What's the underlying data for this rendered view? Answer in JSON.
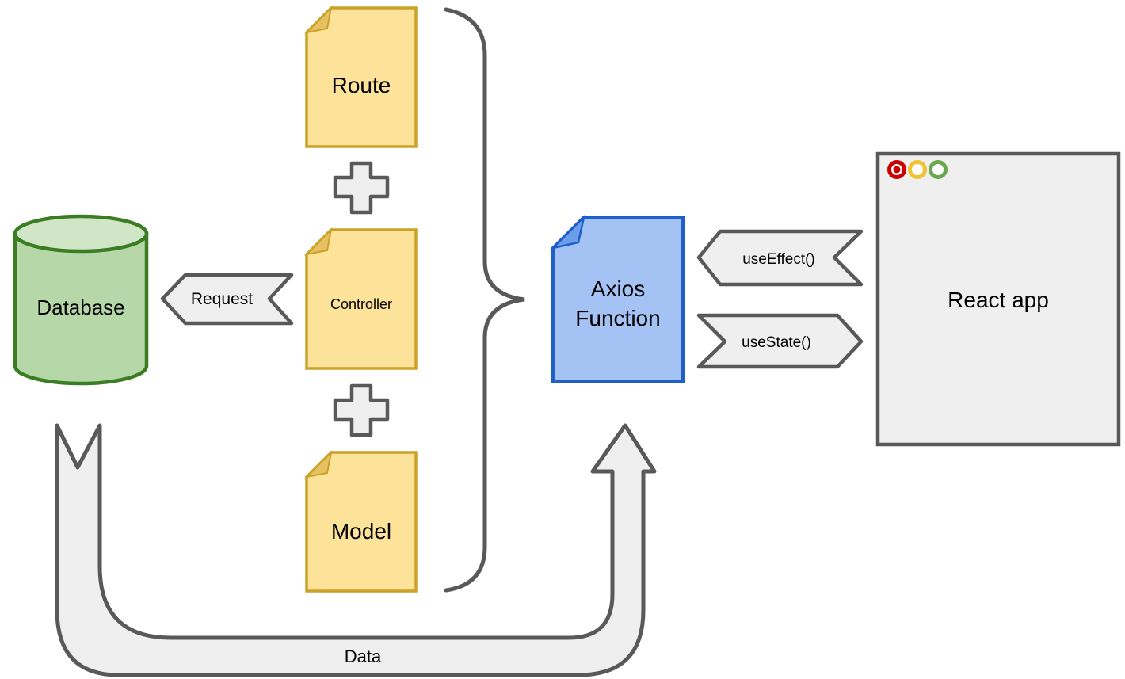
{
  "nodes": {
    "route": "Route",
    "controller": "Controller",
    "model": "Model",
    "database": "Database",
    "axios_line1": "Axios",
    "axios_line2": "Function",
    "react_app": "React app"
  },
  "arrows": {
    "request": "Request",
    "use_effect": "useEffect()",
    "use_state": "useState()",
    "data": "Data"
  },
  "colors": {
    "file_fill": "#fde29a",
    "file_stroke": "#c9a227",
    "db_fill": "#b6d7a8",
    "db_stroke": "#3a7d22",
    "axios_fill": "#a4c2f4",
    "axios_stroke": "#1f5fc9",
    "connector_fill": "#efefef",
    "connector_stroke": "#595959",
    "window_fill": "#efefef",
    "dot_red": "#cc0000",
    "dot_yellow": "#f1c232",
    "dot_green": "#6aa84f"
  },
  "icons": [
    "plus-icon",
    "window-dots-icon"
  ]
}
